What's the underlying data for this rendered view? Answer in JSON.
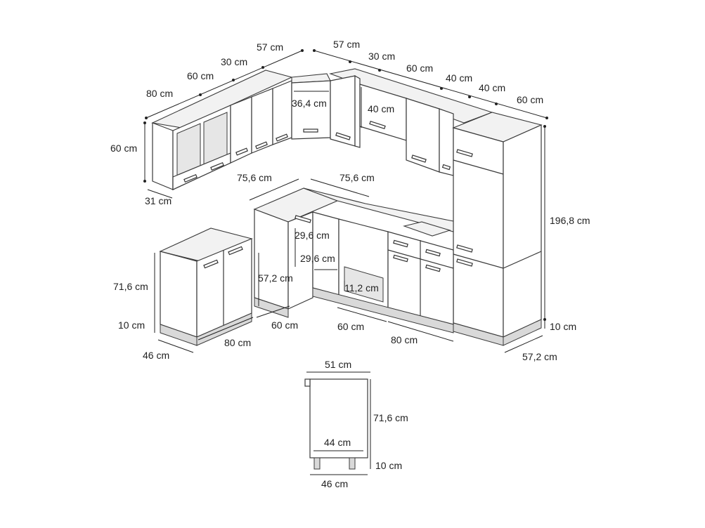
{
  "labels": {
    "wall_80": "80 cm",
    "wall_60": "60 cm",
    "wall_30a": "30 cm",
    "wall_57a": "57 cm",
    "wall_57b": "57 cm",
    "wall_30b": "30 cm",
    "wall_60b": "60 cm",
    "wall_40a": "40 cm",
    "wall_40b": "40 cm",
    "wall_60c": "60 cm",
    "wall_height": "60 cm",
    "wall_depth": "31 cm",
    "corner_wall": "36,4 cm",
    "hood_height": "40 cm",
    "tall_height": "196,8 cm",
    "tall_plinth": "10 cm",
    "tall_depth": "57,2 cm",
    "base_corner_a": "75,6 cm",
    "base_corner_b": "75,6 cm",
    "base_height": "71,6 cm",
    "base_plinth": "10 cm",
    "base_depth": "46 cm",
    "base_80": "80 cm",
    "base_60a": "60 cm",
    "base_60b": "60 cm",
    "base_80b": "80 cm",
    "corner_29a": "29,6 cm",
    "corner_29b": "29,6 cm",
    "corner_57": "57,2 cm",
    "oven_11": "11,2 cm",
    "detail_top": "51 cm",
    "detail_height": "71,6 cm",
    "detail_inner": "44 cm",
    "detail_plinth": "10 cm",
    "detail_depth": "46 cm"
  }
}
